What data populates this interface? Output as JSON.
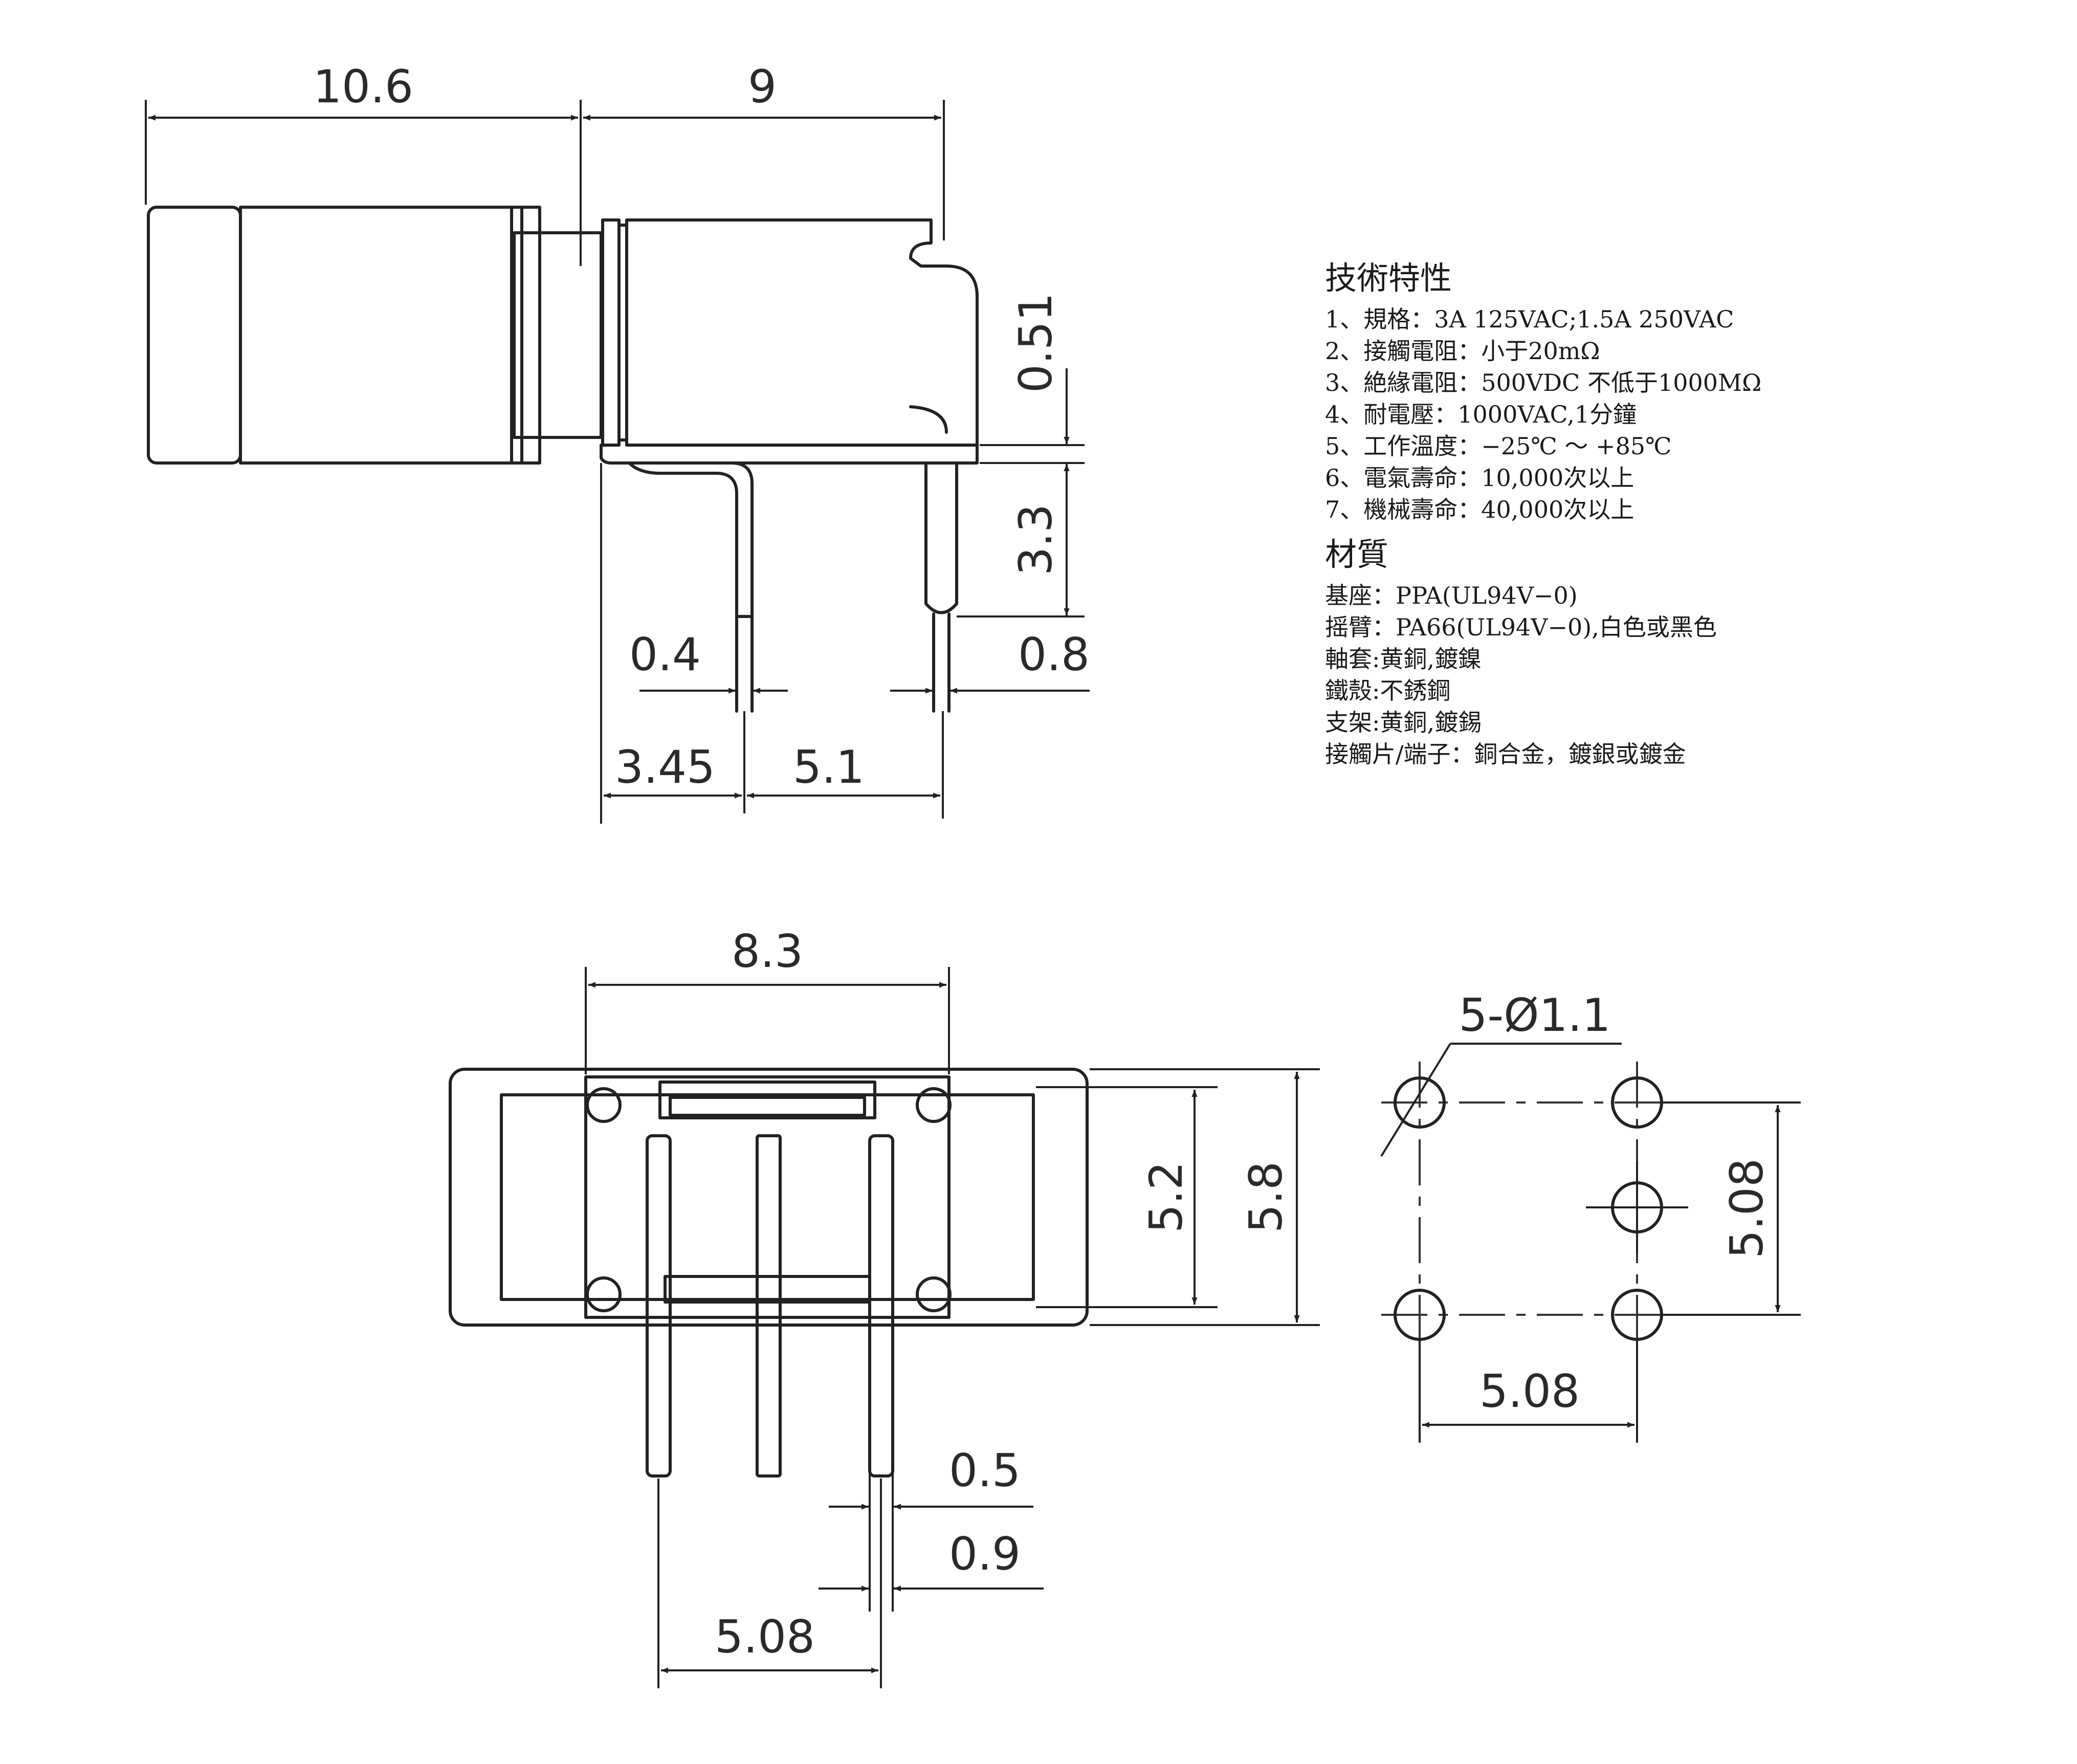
{
  "dimensions": {
    "side_body_length": "10.6",
    "side_bracket_length": "9",
    "side_tab_height": "0.51",
    "side_pin_length": "3.3",
    "side_pin_width": "0.4",
    "side_pin_width_right": "0.8",
    "side_pin_offset": "3.45",
    "side_pin_spacing": "5.1",
    "front_width": "8.3",
    "front_inner_height": "5.2",
    "front_outer_height": "5.8",
    "front_pin_width": "0.5",
    "front_pin_width_total": "0.9",
    "front_pin_pitch": "5.08",
    "hole_callout": "5-Ø1.1",
    "footprint_vertical": "5.08",
    "footprint_horizontal": "5.08"
  },
  "specs": {
    "title": "技術特性",
    "items": [
      "1、規格：3A 125VAC;1.5A 250VAC",
      "2、接觸電阻：小于20mΩ",
      "3、絶緣電阻：500VDC 不低于1000MΩ",
      "4、耐電壓：1000VAC,1分鐘",
      "5、工作溫度：−25℃ ～ +85℃",
      "6、電氣壽命：10,000次以上",
      "7、機械壽命：40,000次以上"
    ]
  },
  "materials": {
    "title": "材質",
    "items": [
      "基座：PPA(UL94V−0)",
      "摇臂：PA66(UL94V−0),白色或黑色",
      "軸套:黄銅,鍍鎳",
      "鐵殼:不銹鋼",
      "支架:黄銅,鍍錫",
      "接觸片/端子：銅合金，鍍銀或鍍金"
    ]
  }
}
